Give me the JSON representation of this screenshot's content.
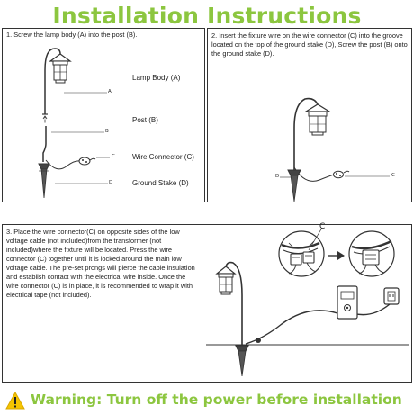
{
  "title": "Installation Instructions",
  "steps": [
    {
      "text": "1. Screw the lamp body (A) into the post (B).",
      "labels": [
        "Lamp Body (A)",
        "Post (B)",
        "Wire Connector (C)",
        "Ground Stake (D)"
      ],
      "letters": [
        "A",
        "B",
        "C",
        "D"
      ]
    },
    {
      "text": "2. Insert the fixture wire on the wire connector (C) into the groove located on the top of the ground stake (D), Screw the post (B) onto the ground stake (D).",
      "letters": [
        "D",
        "C"
      ]
    },
    {
      "text": "3. Place the wire connector(C) on opposite sides of the low voltage cable (not included)from the transformer (not included)where the fixture will be located. Press the wire connector (C) together until it is locked around the main low voltage cable. The pre-set prongs will pierce the cable insulation and establish contact with the electrical wire inside. Once the wire connector (C) is in place, it is recommended to wrap it with electrical tape (not included).",
      "letters": [
        "C"
      ]
    }
  ],
  "warning": "Warning: Turn off the power before installation",
  "colors": {
    "accent": "#8cc63f",
    "warning_icon": "#f5c400",
    "line": "#333333"
  },
  "icons": [
    "warning-triangle-icon"
  ]
}
